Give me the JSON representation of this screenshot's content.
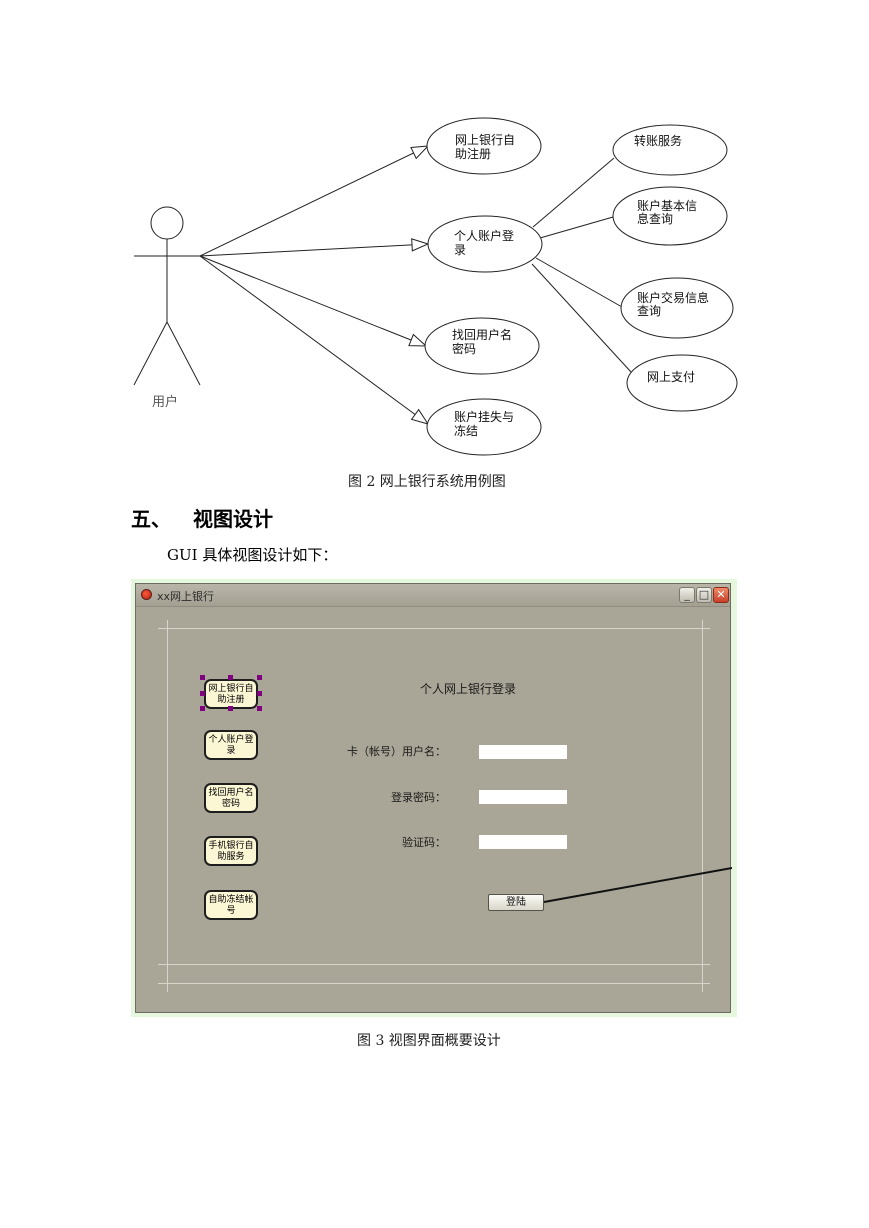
{
  "diagram": {
    "actor_label": "用户",
    "use_cases": [
      {
        "id": "register",
        "lines": [
          "网上银行自",
          "助注册"
        ]
      },
      {
        "id": "login",
        "lines": [
          "个人账户登",
          "录"
        ]
      },
      {
        "id": "recover",
        "lines": [
          "找回用户名",
          "密码"
        ]
      },
      {
        "id": "freeze",
        "lines": [
          "账户挂失与",
          "冻结"
        ]
      },
      {
        "id": "transfer",
        "lines": [
          "转账服务"
        ]
      },
      {
        "id": "basic-info",
        "lines": [
          "账户基本信",
          "息查询"
        ]
      },
      {
        "id": "trans-info",
        "lines": [
          "账户交易信息",
          "查询"
        ]
      },
      {
        "id": "payment",
        "lines": [
          "网上支付"
        ]
      }
    ],
    "caption": "图 2 网上银行系统用例图"
  },
  "section": {
    "number": "五、",
    "title": "视图设计",
    "intro": "GUI 具体视图设计如下："
  },
  "gui": {
    "window_title": "xx网上银行",
    "buttons": {
      "minimize": "_",
      "maximize": "□",
      "close": "✕"
    },
    "side_buttons": [
      {
        "id": "register",
        "label": "网上银行自助注册"
      },
      {
        "id": "login",
        "label": "个人账户登录"
      },
      {
        "id": "recover",
        "label": "找回用户名密码"
      },
      {
        "id": "mobile",
        "label": "手机银行自助服务"
      },
      {
        "id": "freeze",
        "label": "自助冻结帐号"
      }
    ],
    "login_title": "个人网上银行登录",
    "card_label": "卡（帐号）用户名：",
    "password_label": "登录密码：",
    "captcha_label": "验证码：",
    "card_value": "",
    "password_value": "",
    "captcha_value": "",
    "login_button": "登陆",
    "caption": "图 3 视图界面概要设计"
  }
}
